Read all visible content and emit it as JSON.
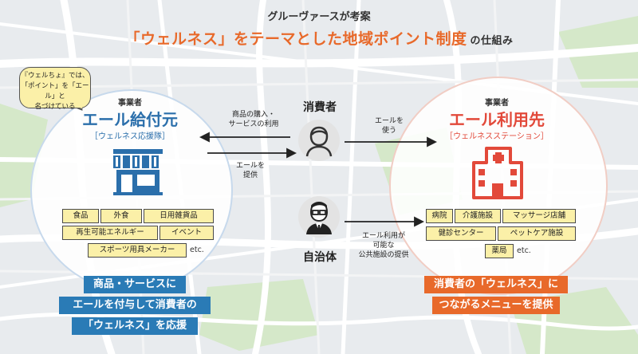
{
  "header": {
    "subtitle": "グルーヴァースが考案",
    "title": "「ウェルネス」をテーマとした地域ポイント制度",
    "title_suffix": "の仕組み"
  },
  "bubble": {
    "line1": "『ウェルちょ』では、",
    "line2": "「ポイント」を「エール」と",
    "line3": "名づけている"
  },
  "left": {
    "role": "事業者",
    "name": "エール給付元",
    "sub": "［ウェルネス応援隊］",
    "chips": [
      "食品",
      "外食",
      "日用雑貨品",
      "再生可能エネルギー",
      "イベント",
      "スポーツ用具メーカー"
    ],
    "etc": "etc.",
    "bands": [
      "商品・サービスに",
      "エールを付与して消費者の",
      "「ウェルネス」を応援"
    ]
  },
  "right": {
    "role": "事業者",
    "name": "エール利用先",
    "sub": "［ウェルネスステーション］",
    "chips": [
      "病院",
      "介護施設",
      "マッサージ店舗",
      "健診センター",
      "ペットケア施設",
      "薬局"
    ],
    "etc": "etc.",
    "bands": [
      "消費者の「ウェルネス」に",
      "つながるメニューを提供"
    ]
  },
  "center": {
    "consumer": "消費者",
    "government": "自治体",
    "arrow_purchase": [
      "商品の購入・",
      "サービスの利用"
    ],
    "arrow_grant": [
      "エールを",
      "提供"
    ],
    "arrow_use": [
      "エールを",
      "使う"
    ],
    "arrow_facility": [
      "エール利用が",
      "可能な",
      "公共施設の提供"
    ]
  },
  "colors": {
    "blue": "#2b6fab",
    "red": "#e2493a",
    "orange": "#e8692a",
    "chip": "#fbf0a8"
  }
}
